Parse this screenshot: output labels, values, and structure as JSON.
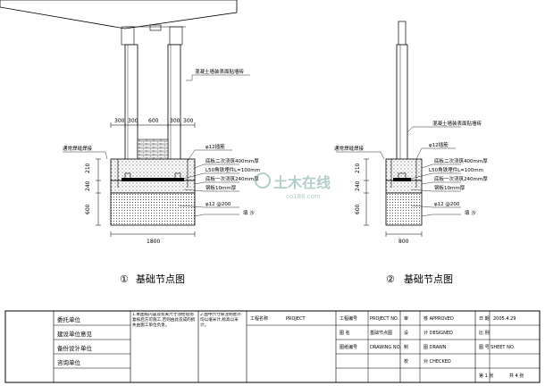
{
  "left_detail": {
    "dims_top": [
      "300",
      "300",
      "600",
      "300",
      "300"
    ],
    "dims_left": [
      "210",
      "240",
      "600"
    ],
    "dim_bottom": "1800",
    "labels": {
      "left_weld": "通常焊缝焊接",
      "finish": "混凝土墙装表面贴墙砖",
      "bar": "φ12插筋",
      "pour": "底板二次浇筑400mm厚",
      "angle": "L50角铁埋件L=100mm",
      "pour2": "底板一次浇筑240mm厚",
      "plate": "钢板10mm厚",
      "stirrup": "φ12 @200",
      "fill": "填  沙"
    },
    "caption_num": "①",
    "caption": "基础节点图"
  },
  "right_detail": {
    "dims_left": [
      "210",
      "240",
      "600"
    ],
    "dim_bottom": "800",
    "labels": {
      "left_weld": "通常焊缝焊接",
      "finish": "混凝土墙装表面贴墙砖",
      "bar": "φ12插筋",
      "pour": "底板二次浇筑400mm厚",
      "angle": "L50角铁埋件L=100mm",
      "pour2": "底板一次浇筑240mm厚",
      "plate": "钢板10mm厚",
      "stirrup": "φ12 @200",
      "fill": "填  沙"
    },
    "caption_num": "②",
    "caption": "基础节点图"
  },
  "watermark": {
    "main": "土木在线",
    "sub": "co188.com"
  },
  "title_block": {
    "left_rows": [
      "委托单位",
      "建设单位意见",
      "备份设计单位",
      "咨询单位"
    ],
    "notes_1": "1.本图纸内容及有关尺寸须经现场复核后方可施工,否则由此造成的损失由施工单位负责。",
    "notes_2": "2.图中尺寸除注明者外均以毫米计,标高以米计。",
    "project_label": "工程名称",
    "project_value": "PROJECT",
    "right_labels": [
      "工程编号",
      "图    名",
      "图纸编号"
    ],
    "right_values": [
      "PROJECT NO.",
      "基础节点图",
      "DRAWING NO."
    ],
    "sign_labels": [
      "审",
      "设",
      "制",
      "校"
    ],
    "sign_values": [
      "核 APPROVED",
      "计 DESIGNED",
      "图 DRAWN",
      "对 CHECKED"
    ],
    "far_right": [
      "日 期",
      "2005.4.29",
      "比 例",
      "图 号 SHEET NO.",
      "第 1 张",
      "共 4 张"
    ]
  }
}
